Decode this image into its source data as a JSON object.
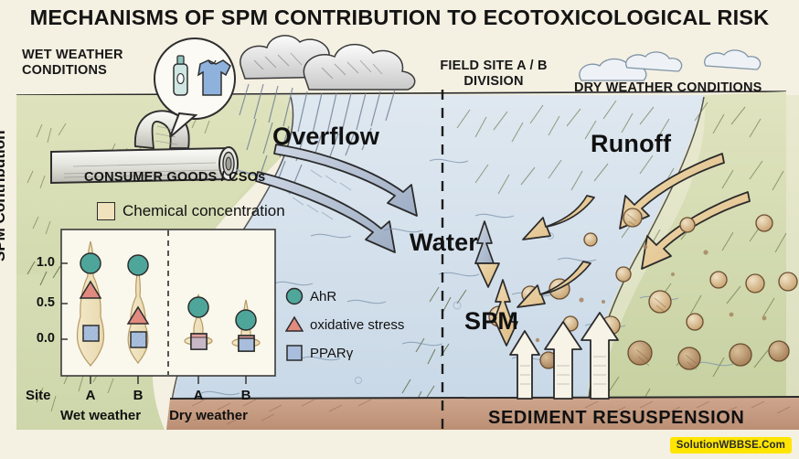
{
  "title": "MECHANISMS OF SPM CONTRIBUTION TO ECOTOXICOLOGICAL RISK",
  "headers": {
    "wet": "WET WEATHER\nCONDITIONS",
    "wet_line1": "WET WEATHER",
    "wet_line2": "CONDITIONS",
    "division_line1": "FIELD SITE A / B",
    "division_line2": "DIVISION",
    "dry": "DRY WEATHER CONDITIONS"
  },
  "labels": {
    "consumer_goods": "CONSUMER GOODS / CSOs",
    "overflow": "Overflow",
    "runoff": "Runoff",
    "water": "Water",
    "spm": "SPM",
    "sediment": "SEDIMENT  RESUSPENSION",
    "chemical_concentration": "Chemical concentration"
  },
  "watermark": "SolutionWBBSE.Com",
  "colors": {
    "background": "#f4f0e2",
    "ahr": "#4fa79b",
    "oxidative": "#e08a80",
    "ppar": "#a9bedd",
    "chemical": "#f0e2bd",
    "runoff_arrow": "#e8c99a",
    "overflow_arrow": "#b6c2d6",
    "sediment": "#c9a18a",
    "water": "#d7e2ec",
    "grass": "#d7dcb3",
    "watermark_bg": "#ffe500"
  },
  "chart_data": {
    "type": "scatter",
    "title": "",
    "xlabel": "",
    "ylabel": "SPM Contribution",
    "ylim": [
      -0.35,
      1.32
    ],
    "yticks": [
      0.0,
      0.5,
      1.0
    ],
    "ytick_labels": [
      "0.0",
      "0.5",
      "1.0"
    ],
    "site_prefix": "Site",
    "categories": [
      "A",
      "B",
      "A",
      "B"
    ],
    "panels": [
      "Wet weather",
      "Dry weather"
    ],
    "panel_groups": [
      [
        "A",
        "B"
      ],
      [
        "A",
        "B"
      ]
    ],
    "grid": false,
    "legend_position": "right",
    "series": [
      {
        "name": "AhR",
        "marker": "circle",
        "color": "#4fa79b",
        "values": [
          1.0,
          0.97,
          0.46,
          0.27
        ]
      },
      {
        "name": "oxidative stress",
        "marker": "triangle",
        "color": "#e08a80",
        "values": [
          0.64,
          0.29,
          0.02,
          0.02
        ]
      },
      {
        "name": "PPARγ",
        "marker": "square",
        "color": "#a9bedd",
        "values": [
          0.21,
          0.04,
          0.01,
          0.01
        ]
      }
    ],
    "violins": [
      {
        "site": "A",
        "panel": "Wet weather",
        "center": 0.2,
        "min": -0.26,
        "max": 1.3,
        "width_profile": "wide"
      },
      {
        "site": "B",
        "panel": "Wet weather",
        "center": 0.04,
        "min": -0.22,
        "max": 0.82,
        "width_profile": "medium"
      },
      {
        "site": "A",
        "panel": "Dry weather",
        "center": 0.02,
        "min": -0.03,
        "max": 0.4,
        "width_profile": "narrow"
      },
      {
        "site": "B",
        "panel": "Dry weather",
        "center": 0.01,
        "min": -0.03,
        "max": 0.33,
        "width_profile": "narrow"
      }
    ],
    "chemical_concentration_legend": {
      "label": "Chemical concentration",
      "color": "#f0e2bd"
    }
  }
}
